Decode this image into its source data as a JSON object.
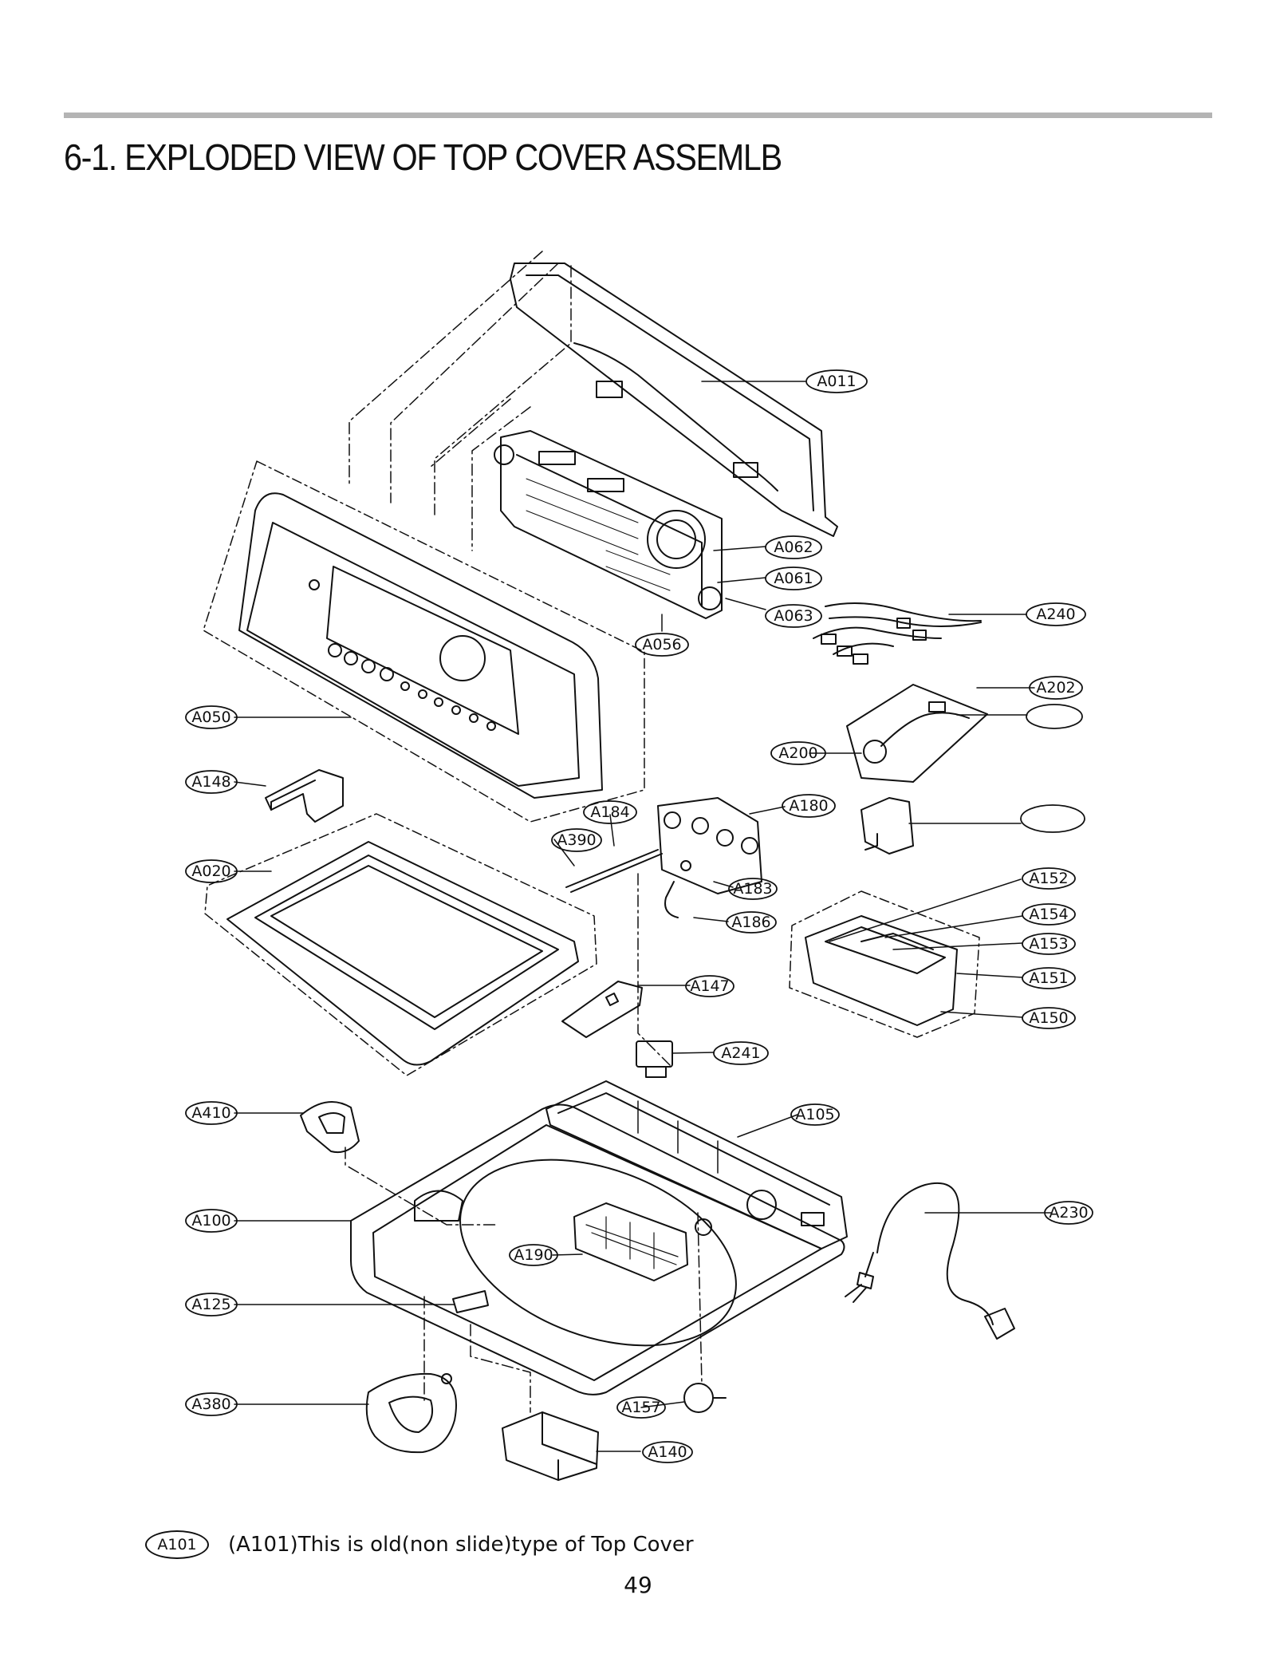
{
  "page": {
    "title": "6-1. EXPLODED VIEW OF TOP COVER ASSEMLB",
    "page_number": "49"
  },
  "footnote": {
    "callout": "A101",
    "text": "(A101)This is old(non slide)type of Top Cover"
  },
  "callouts": {
    "a011": "A011",
    "a062": "A062",
    "a061": "A061",
    "a063": "A063",
    "a056": "A056",
    "a240": "A240",
    "a202": "A202",
    "a200": "A200",
    "a050": "A050",
    "a148": "A148",
    "a184": "A184",
    "a180": "A180",
    "a390": "A390",
    "a020": "A020",
    "a183": "A183",
    "a186": "A186",
    "a152": "A152",
    "a154": "A154",
    "a153": "A153",
    "a151": "A151",
    "a150": "A150",
    "a147": "A147",
    "a241": "A241",
    "a410": "A410",
    "a105": "A105",
    "a100": "A100",
    "a230": "A230",
    "a190": "A190",
    "a125": "A125",
    "a380": "A380",
    "a157": "A157",
    "a140": "A140"
  }
}
